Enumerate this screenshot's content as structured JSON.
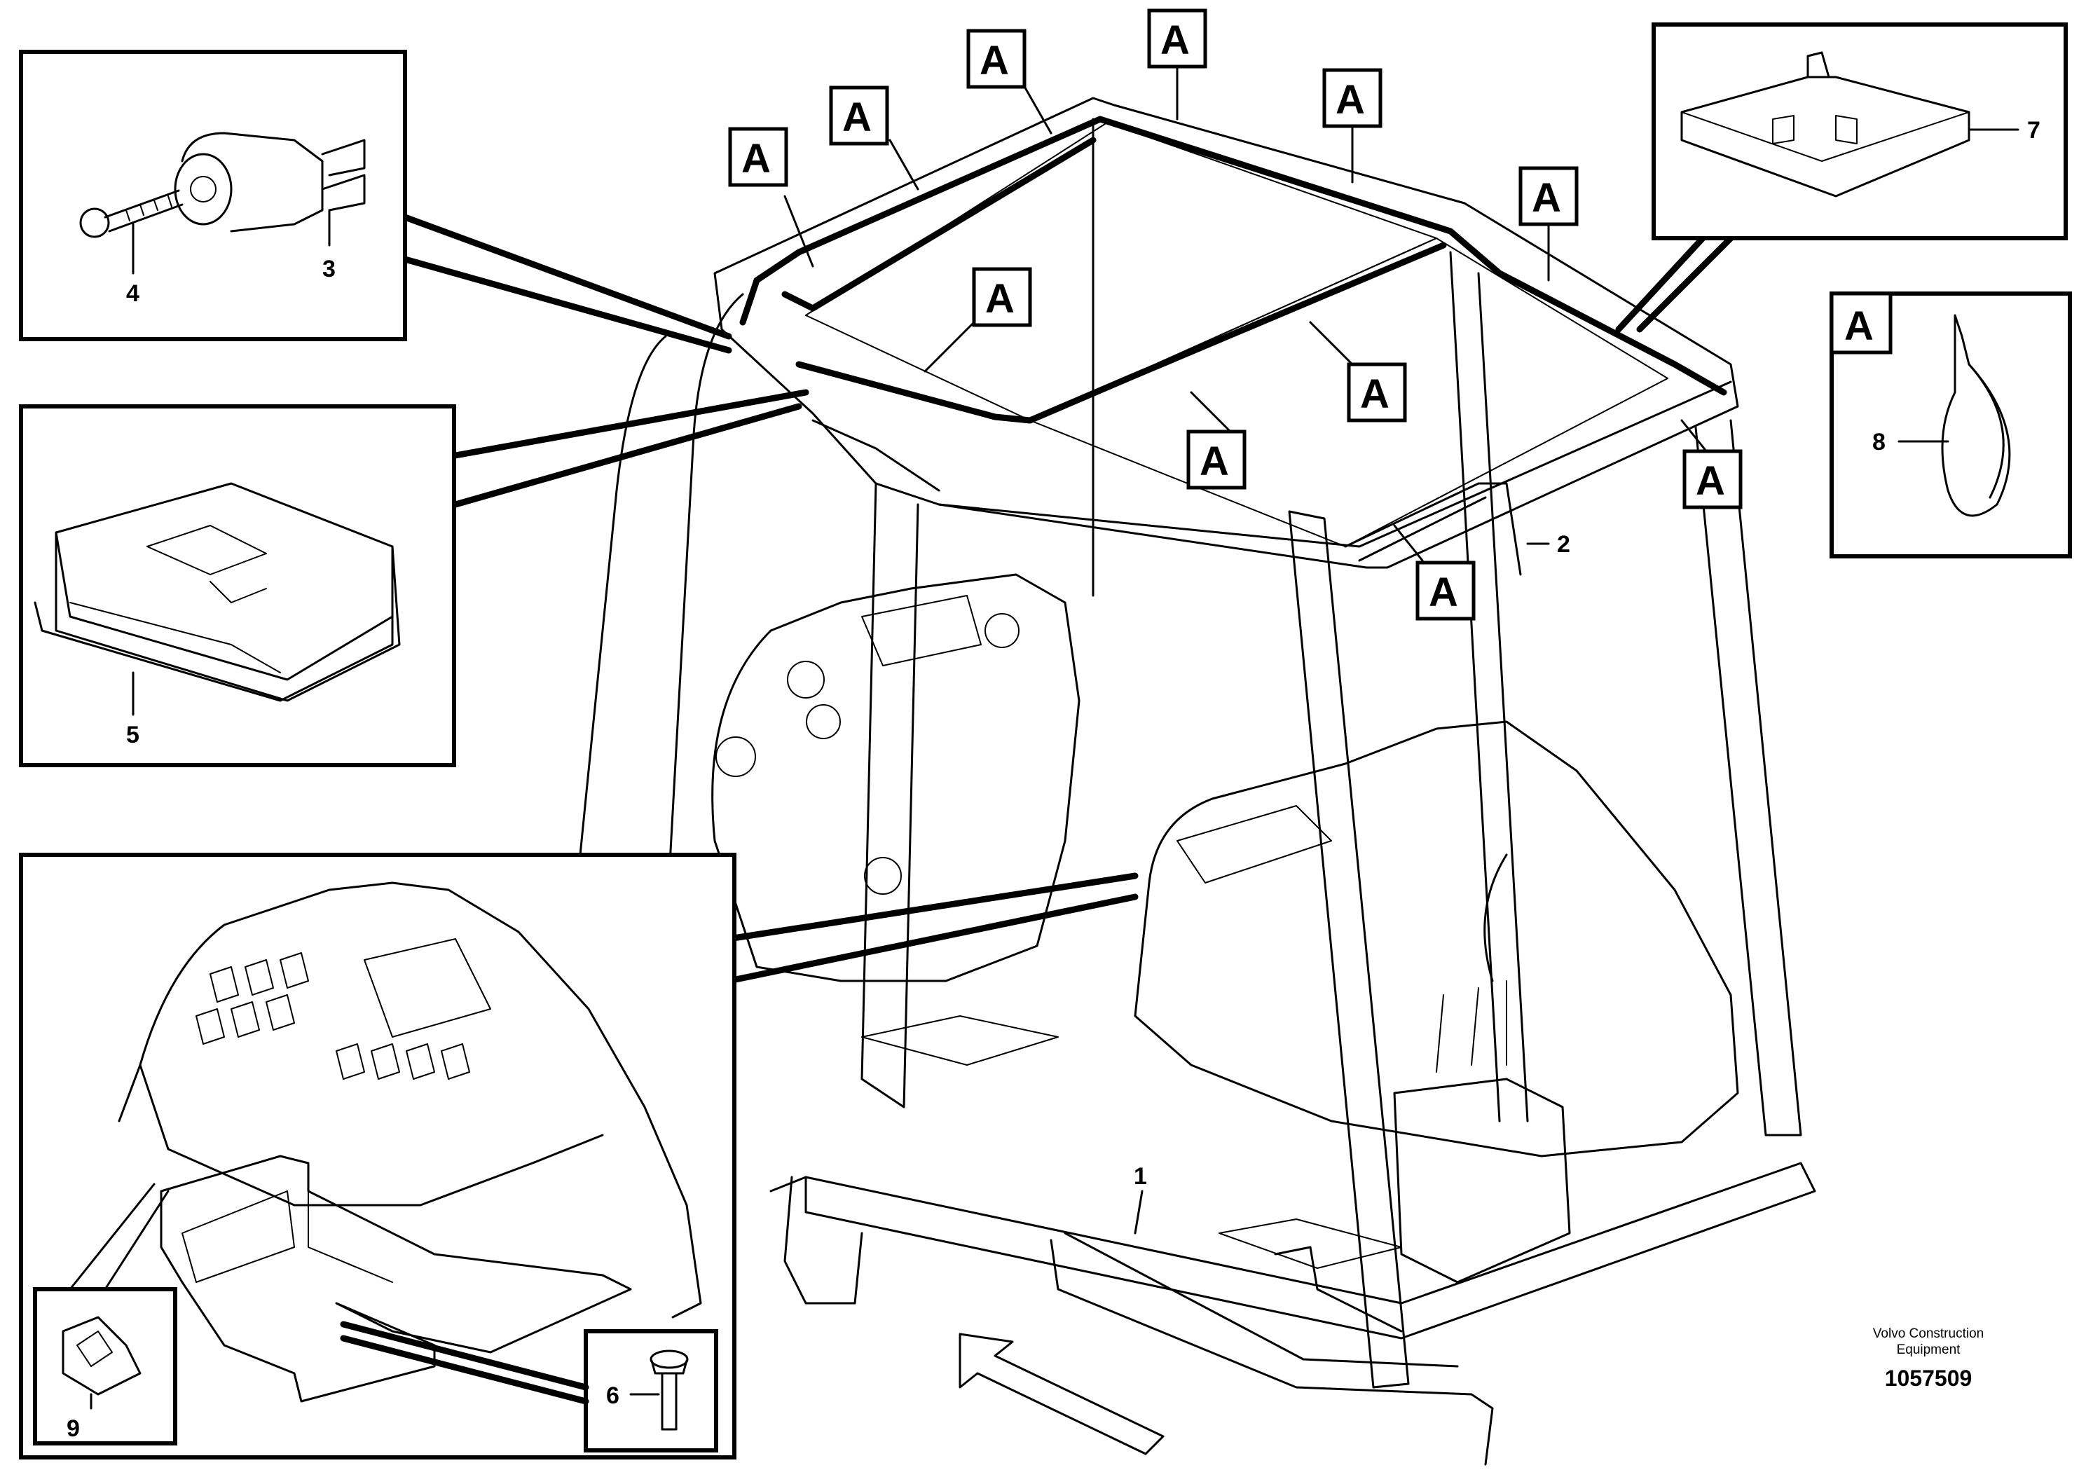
{
  "callout_letter": "A",
  "part_numbers": {
    "p1": "1",
    "p2": "2",
    "p3": "3",
    "p4": "4",
    "p5": "5",
    "p6": "6",
    "p7": "7",
    "p8": "8",
    "p9": "9"
  },
  "footer": {
    "line1": "Volvo Construction",
    "line2": "Equipment",
    "drawing_number": "1057509"
  }
}
